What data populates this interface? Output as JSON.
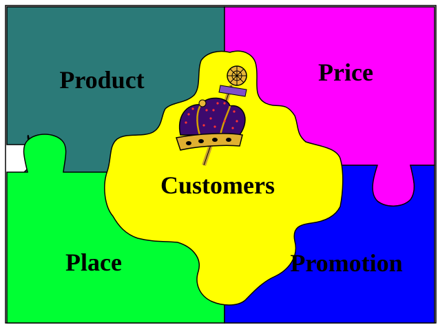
{
  "pieces": {
    "product": {
      "label": "Product",
      "color": "#2b7a78"
    },
    "price": {
      "label": "Price",
      "color": "#ff00ff"
    },
    "place": {
      "label": "Place",
      "color": "#00ff33"
    },
    "promotion": {
      "label": "Promotion",
      "color": "#0000ff"
    },
    "customers": {
      "label": "Customers",
      "color": "#ffff00"
    }
  },
  "icon": "crown-and-scepter-icon",
  "colors": {
    "outline": "#000000",
    "gold": "#c8a030",
    "crown_purple": "#3c0a6e",
    "jewel_red": "#ff3333",
    "scepter_band": "#8050c8"
  }
}
